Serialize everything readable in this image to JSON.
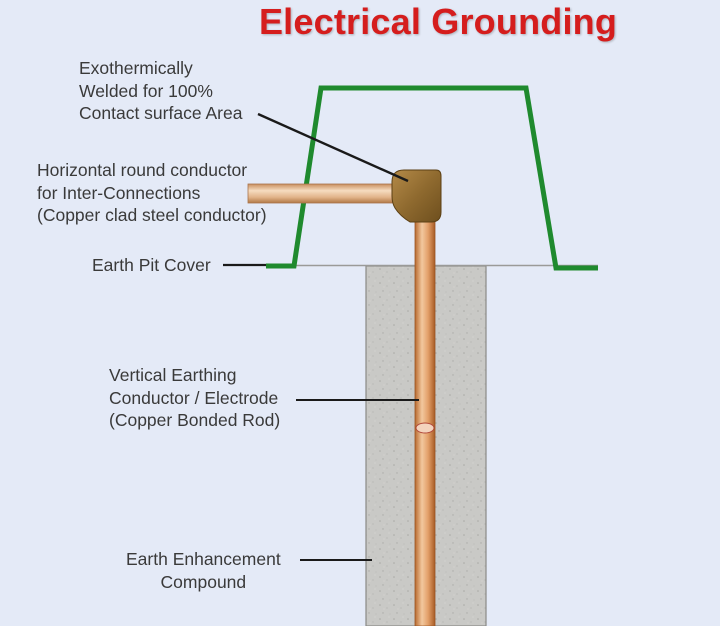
{
  "title": "Electrical Grounding",
  "labels": {
    "exothermic": [
      "Exothermically",
      "Welded for 100%",
      "Contact surface Area"
    ],
    "horizontal": [
      "Horizontal round conductor",
      "for Inter-Connections",
      "(Copper clad steel conductor)"
    ],
    "pit_cover": [
      "Earth Pit Cover"
    ],
    "vertical": [
      "Vertical Earthing",
      "Conductor / Electrode",
      "(Copper Bonded Rod)"
    ],
    "compound": [
      "Earth Enhancement",
      "Compound"
    ]
  },
  "colors": {
    "title": "#d51d1d",
    "background": "#e4eaf7",
    "pit_cover": "#1f8a2e",
    "copper": "#d58a4c",
    "concrete": "#c9c9c6",
    "weld": "#8f6a2f"
  }
}
